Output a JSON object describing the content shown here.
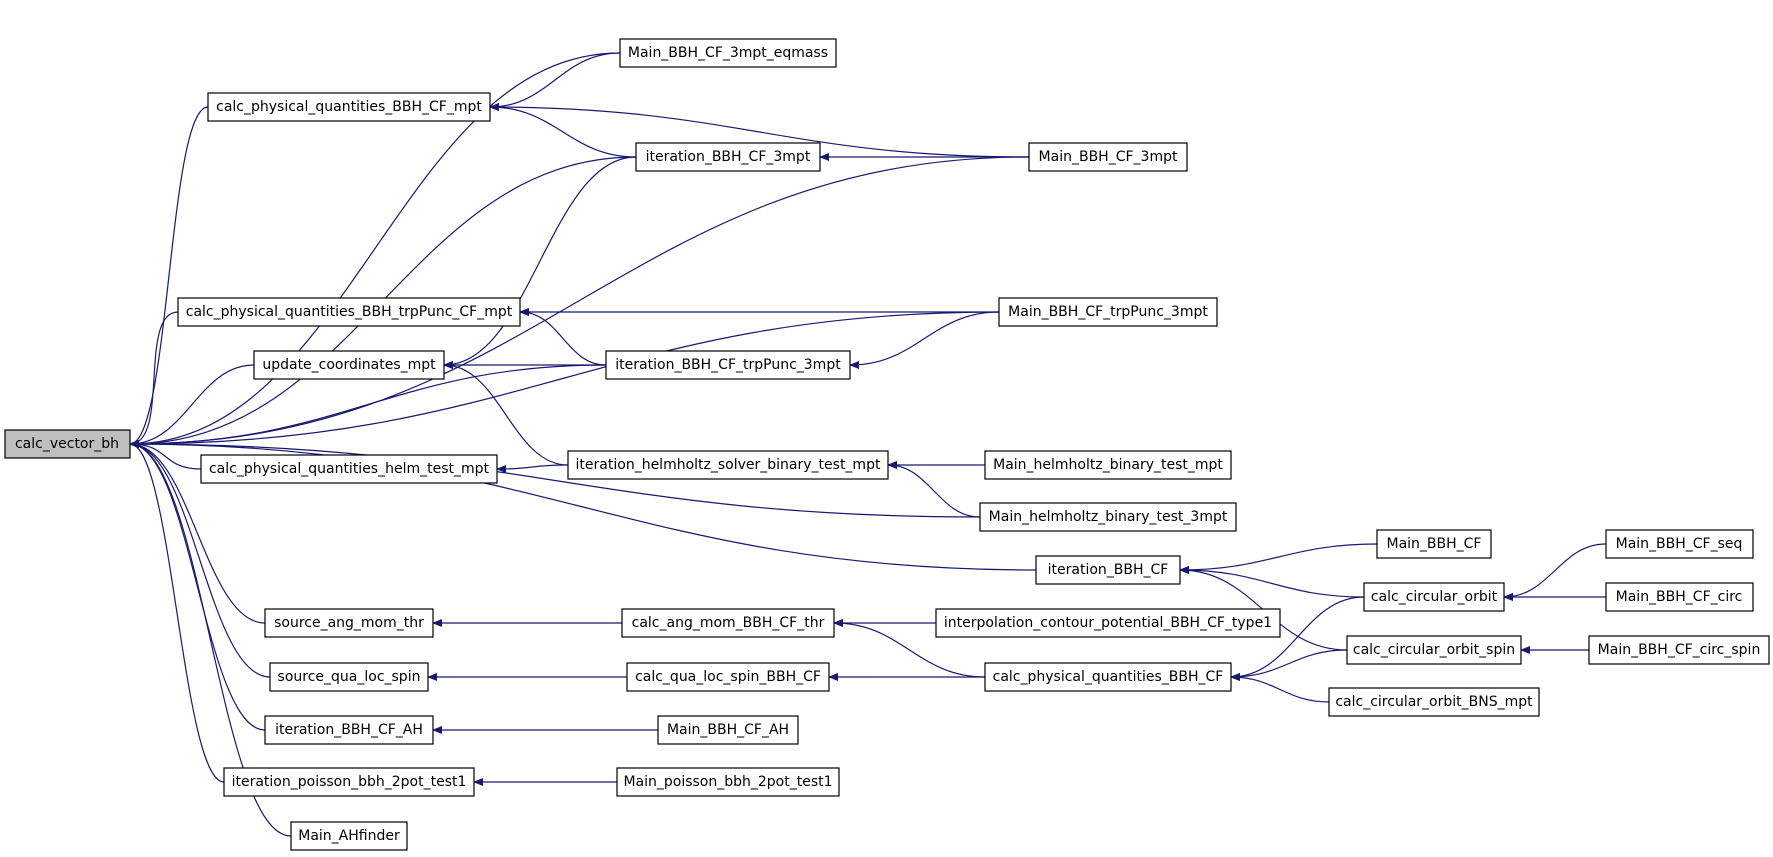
{
  "graph": {
    "colors": {
      "edge": "#191970",
      "root_fill": "#bfbfbf",
      "node_fill": "#ffffff",
      "border": "#000000"
    },
    "nodes": {
      "n0": "calc_vector_bh",
      "n1": "Main_BBH_CF_3mpt_eqmass",
      "n2": "calc_physical_quantities_BBH_CF_mpt",
      "n3": "iteration_BBH_CF_3mpt",
      "n4": "Main_BBH_CF_3mpt",
      "n5": "calc_physical_quantities_BBH_trpPunc_CF_mpt",
      "n6": "Main_BBH_CF_trpPunc_3mpt",
      "n7": "update_coordinates_mpt",
      "n8": "iteration_BBH_CF_trpPunc_3mpt",
      "n9": "calc_physical_quantities_helm_test_mpt",
      "n10": "iteration_helmholtz_solver_binary_test_mpt",
      "n11": "Main_helmholtz_binary_test_mpt",
      "n12": "Main_helmholtz_binary_test_3mpt",
      "n13": "iteration_BBH_CF",
      "n14": "Main_BBH_CF",
      "n15": "Main_BBH_CF_seq",
      "n16": "calc_circular_orbit",
      "n17": "Main_BBH_CF_circ",
      "n18": "source_ang_mom_thr",
      "n19": "calc_ang_mom_BBH_CF_thr",
      "n20": "interpolation_contour_potential_BBH_CF_type1",
      "n21": "calc_circular_orbit_spin",
      "n22": "Main_BBH_CF_circ_spin",
      "n23": "source_qua_loc_spin",
      "n24": "calc_qua_loc_spin_BBH_CF",
      "n25": "calc_physical_quantities_BBH_CF",
      "n26": "calc_circular_orbit_BNS_mpt",
      "n27": "iteration_BBH_CF_AH",
      "n28": "Main_BBH_CF_AH",
      "n29": "iteration_poisson_bbh_2pot_test1",
      "n30": "Main_poisson_bbh_2pot_test1",
      "n31": "Main_AHfinder"
    },
    "edges": [
      [
        "n1",
        "n0"
      ],
      [
        "n2",
        "n0"
      ],
      [
        "n3",
        "n0"
      ],
      [
        "n4",
        "n0"
      ],
      [
        "n5",
        "n0"
      ],
      [
        "n6",
        "n0"
      ],
      [
        "n7",
        "n0"
      ],
      [
        "n8",
        "n0"
      ],
      [
        "n9",
        "n0"
      ],
      [
        "n12",
        "n0"
      ],
      [
        "n13",
        "n0"
      ],
      [
        "n18",
        "n0"
      ],
      [
        "n23",
        "n0"
      ],
      [
        "n27",
        "n0"
      ],
      [
        "n29",
        "n0"
      ],
      [
        "n31",
        "n0"
      ],
      [
        "n1",
        "n2"
      ],
      [
        "n4",
        "n2"
      ],
      [
        "n3",
        "n2"
      ],
      [
        "n4",
        "n3"
      ],
      [
        "n6",
        "n5"
      ],
      [
        "n8",
        "n5"
      ],
      [
        "n6",
        "n8"
      ],
      [
        "n3",
        "n7"
      ],
      [
        "n8",
        "n7"
      ],
      [
        "n10",
        "n7"
      ],
      [
        "n10",
        "n9"
      ],
      [
        "n11",
        "n10"
      ],
      [
        "n12",
        "n10"
      ],
      [
        "n14",
        "n13"
      ],
      [
        "n16",
        "n13"
      ],
      [
        "n21",
        "n13"
      ],
      [
        "n15",
        "n16"
      ],
      [
        "n17",
        "n16"
      ],
      [
        "n22",
        "n21"
      ],
      [
        "n19",
        "n18"
      ],
      [
        "n20",
        "n19"
      ],
      [
        "n25",
        "n19"
      ],
      [
        "n24",
        "n23"
      ],
      [
        "n25",
        "n24"
      ],
      [
        "n16",
        "n25"
      ],
      [
        "n21",
        "n25"
      ],
      [
        "n26",
        "n25"
      ],
      [
        "n28",
        "n27"
      ],
      [
        "n30",
        "n29"
      ]
    ]
  }
}
